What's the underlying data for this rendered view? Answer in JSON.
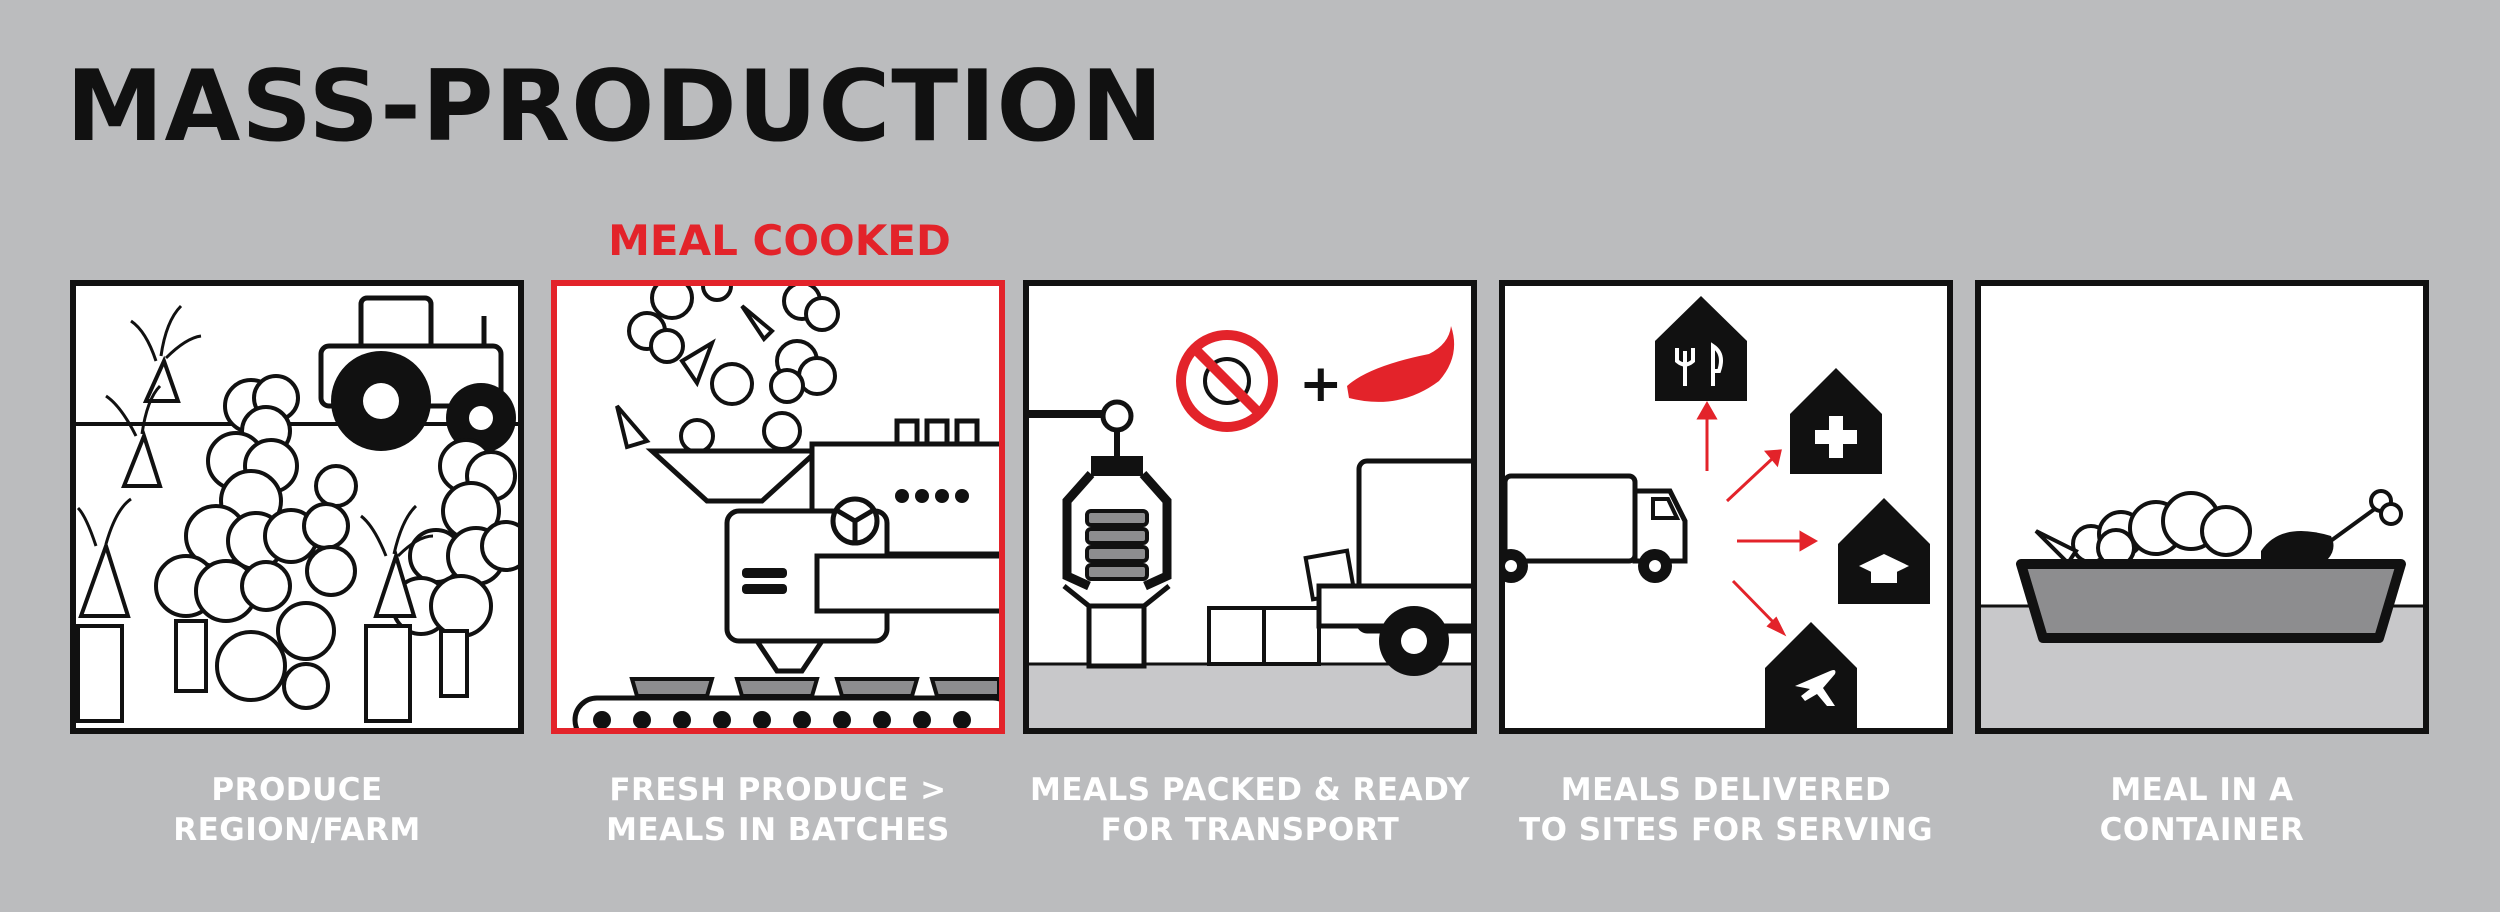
{
  "title": "MASS-PRODUCTION",
  "highlight_label": "MEAL COOKED",
  "accent_color": "#e3232a",
  "panels": [
    {
      "icon": "farm-field-illustration",
      "caption_line1": "PRODUCE",
      "caption_line2": "REGION/FARM"
    },
    {
      "icon": "cooking-machine-illustration",
      "caption_line1": "FRESH PRODUCE >",
      "caption_line2": "MEALS IN BATCHES"
    },
    {
      "icon": "packing-truck-illustration",
      "caption_line1": "MEALS PACKED & READY",
      "caption_line2": "FOR TRANSPORT"
    },
    {
      "icon": "delivery-sites-illustration",
      "caption_line1": "MEALS DELIVERED",
      "caption_line2": "TO SITES FOR SERVING"
    },
    {
      "icon": "meal-container-illustration",
      "caption_line1": "MEAL IN A",
      "caption_line2": "CONTAINER"
    }
  ]
}
